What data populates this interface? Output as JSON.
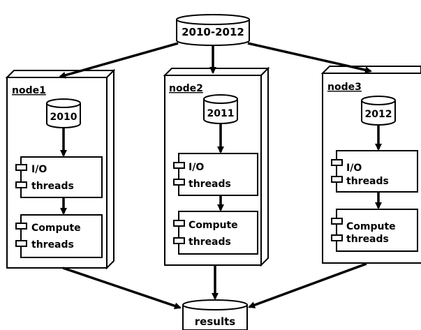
{
  "source": {
    "label": "2010-2012"
  },
  "sink": {
    "label": "results"
  },
  "nodes": [
    {
      "title": "node1",
      "dataset": "2010",
      "io_component": "I/O\nthreads",
      "compute_component": "Compute\nthreads"
    },
    {
      "title": "node2",
      "dataset": "2011",
      "io_component": "I/O\nthreads",
      "compute_component": "Compute\nthreads"
    },
    {
      "title": "node3",
      "dataset": "2012",
      "io_component": "I/O\nthreads",
      "compute_component": "Compute\nthreads"
    }
  ],
  "colors": {
    "stroke": "#000000",
    "fill": "#ffffff"
  }
}
